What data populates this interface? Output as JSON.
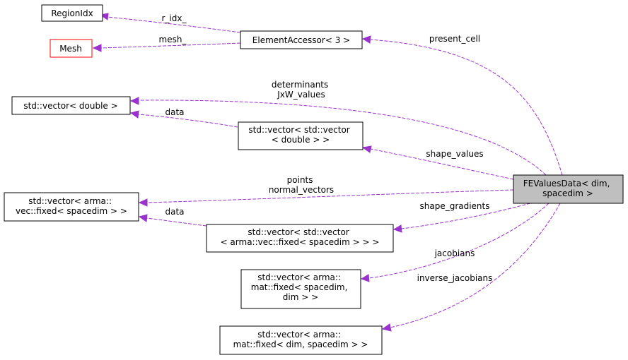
{
  "colors": {
    "edge": "#9a32cd",
    "node_border": "#000000",
    "node_border_missing": "#ff0000",
    "node_focus_fill": "#bfbfbf"
  },
  "nodes": {
    "region_idx": {
      "lines": [
        "RegionIdx"
      ]
    },
    "mesh": {
      "lines": [
        "Mesh"
      ]
    },
    "element_accessor": {
      "lines": [
        "ElementAccessor< 3 >"
      ]
    },
    "vector_double": {
      "lines": [
        "std::vector< double >"
      ]
    },
    "vector_vector_double": {
      "lines": [
        "std::vector< std::vector",
        "< double > >"
      ]
    },
    "vector_vec_fixed": {
      "lines": [
        "std::vector< arma::",
        "vec::fixed< spacedim > >"
      ]
    },
    "vector_vector_vec_fixed": {
      "lines": [
        "std::vector< std::vector",
        "< arma::vec::fixed< spacedim > > >"
      ]
    },
    "vector_mat_spacedim_dim": {
      "lines": [
        "std::vector< arma::",
        "mat::fixed< spacedim,",
        "dim > >"
      ]
    },
    "vector_mat_dim_spacedim": {
      "lines": [
        "std::vector< arma::",
        "mat::fixed< dim, spacedim > >"
      ]
    },
    "fevalues_data": {
      "lines": [
        "FEValuesData< dim,",
        "spacedim >"
      ]
    }
  },
  "edges": {
    "r_idx": {
      "lines": [
        "r_idx_"
      ]
    },
    "mesh": {
      "lines": [
        "mesh_"
      ]
    },
    "present_cell": {
      "lines": [
        "present_cell"
      ]
    },
    "determinants": {
      "lines": [
        "determinants",
        "JxW_values"
      ]
    },
    "data_double": {
      "lines": [
        "data"
      ]
    },
    "shape_values": {
      "lines": [
        "shape_values"
      ]
    },
    "points": {
      "lines": [
        "points",
        "normal_vectors"
      ]
    },
    "data_vec": {
      "lines": [
        "data"
      ]
    },
    "shape_gradients": {
      "lines": [
        "shape_gradients"
      ]
    },
    "jacobians": {
      "lines": [
        "jacobians"
      ]
    },
    "inverse_jacobians": {
      "lines": [
        "inverse_jacobians"
      ]
    }
  }
}
